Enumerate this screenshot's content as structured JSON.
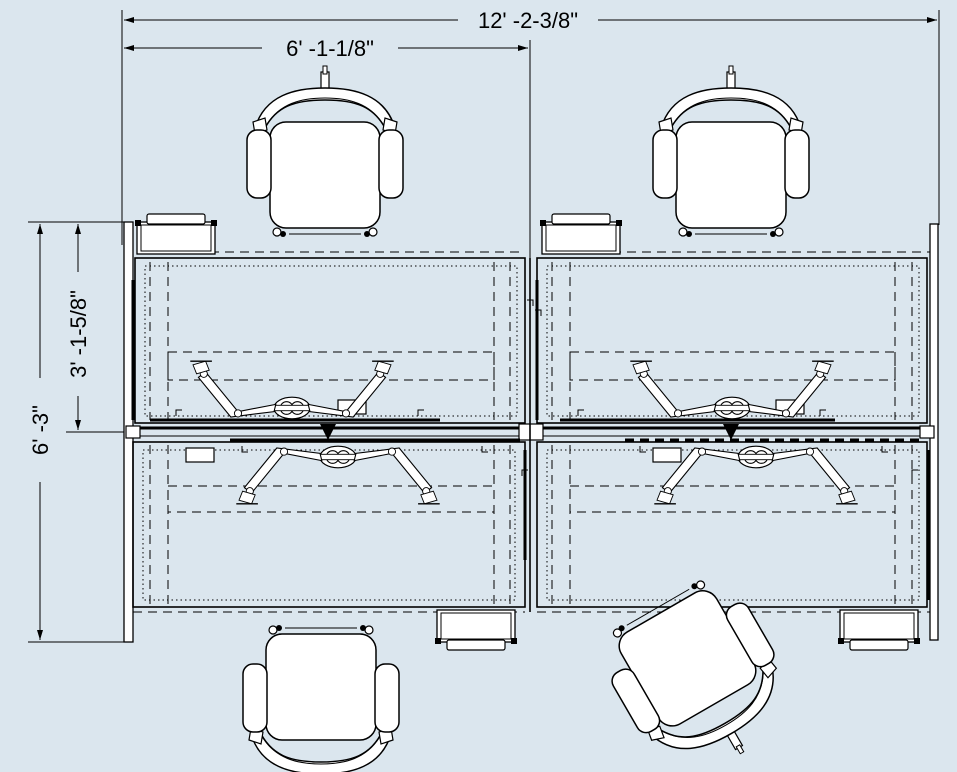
{
  "dimensions": {
    "overall_width": "12' -2-3/8\"",
    "half_width": "6' -1-1/8\"",
    "overall_depth": "6' -3\"",
    "half_depth": "3' -1-5/8\""
  },
  "colors": {
    "background": "#dbe6ee",
    "line": "#000000",
    "fill": "#ffffff"
  },
  "workstations": [
    {
      "name": "top-left",
      "chair": "top"
    },
    {
      "name": "top-right",
      "chair": "top"
    },
    {
      "name": "bottom-left",
      "chair": "bottom"
    },
    {
      "name": "bottom-right",
      "chair": "bottom-rotated"
    }
  ]
}
